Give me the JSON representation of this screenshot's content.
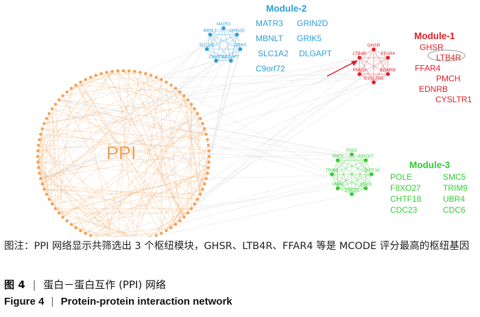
{
  "figure": {
    "ppi_label": "PPI",
    "colors": {
      "module1": "#e31b23",
      "module2": "#2b9fd8",
      "module3": "#33cc33",
      "ppi": "#f5a052",
      "edges": "#cfcfcf",
      "arrow": "#d81e22"
    },
    "module1": {
      "title": "Module-1",
      "nodes": [
        "GHSR",
        "FFAR4",
        "EDNRB",
        "CYSLTR1",
        "PMCH",
        "LTB4R"
      ],
      "list": [
        "GHSR",
        "LTB4R",
        "FFAR4",
        "PMCH",
        "EDNRB",
        "CYSLTR1"
      ]
    },
    "module2": {
      "title": "Module-2",
      "nodes": [
        "MATR3",
        "GRIN2D",
        "GRIK5",
        "DLGAPT",
        "C9orf72",
        "SLC1A2",
        "MBNLT"
      ],
      "list": [
        "MATR3",
        "GRIN2D",
        "MBNLT",
        "GRIK5",
        "SLC1A2",
        "DLGAPT",
        "C9orf72"
      ]
    },
    "module3": {
      "title": "Module-3",
      "nodes": [
        "POLE",
        "F8XO27",
        "CHTF18",
        "CDC6",
        "CDC23",
        "UBR4",
        "TRIM9",
        "SMC5"
      ],
      "list": [
        "POLE",
        "SMC5",
        "F8XO27",
        "TRIM9",
        "CHTF18",
        "UBR4",
        "CDC23",
        "CDC6"
      ]
    }
  },
  "caption": {
    "note": "图注：PPI 网络显示共筛选出 3 个枢纽模块，GHSR、LTB4R、FFAR4 等是 MCODE 评分最高的枢纽基因",
    "cn_number": "图 4",
    "cn_separator": "|",
    "cn_title": "蛋白－蛋白互作 (PPI) 网络",
    "en_number": "Figure 4",
    "en_separator": "|",
    "en_title": "Protein-protein interaction network"
  }
}
